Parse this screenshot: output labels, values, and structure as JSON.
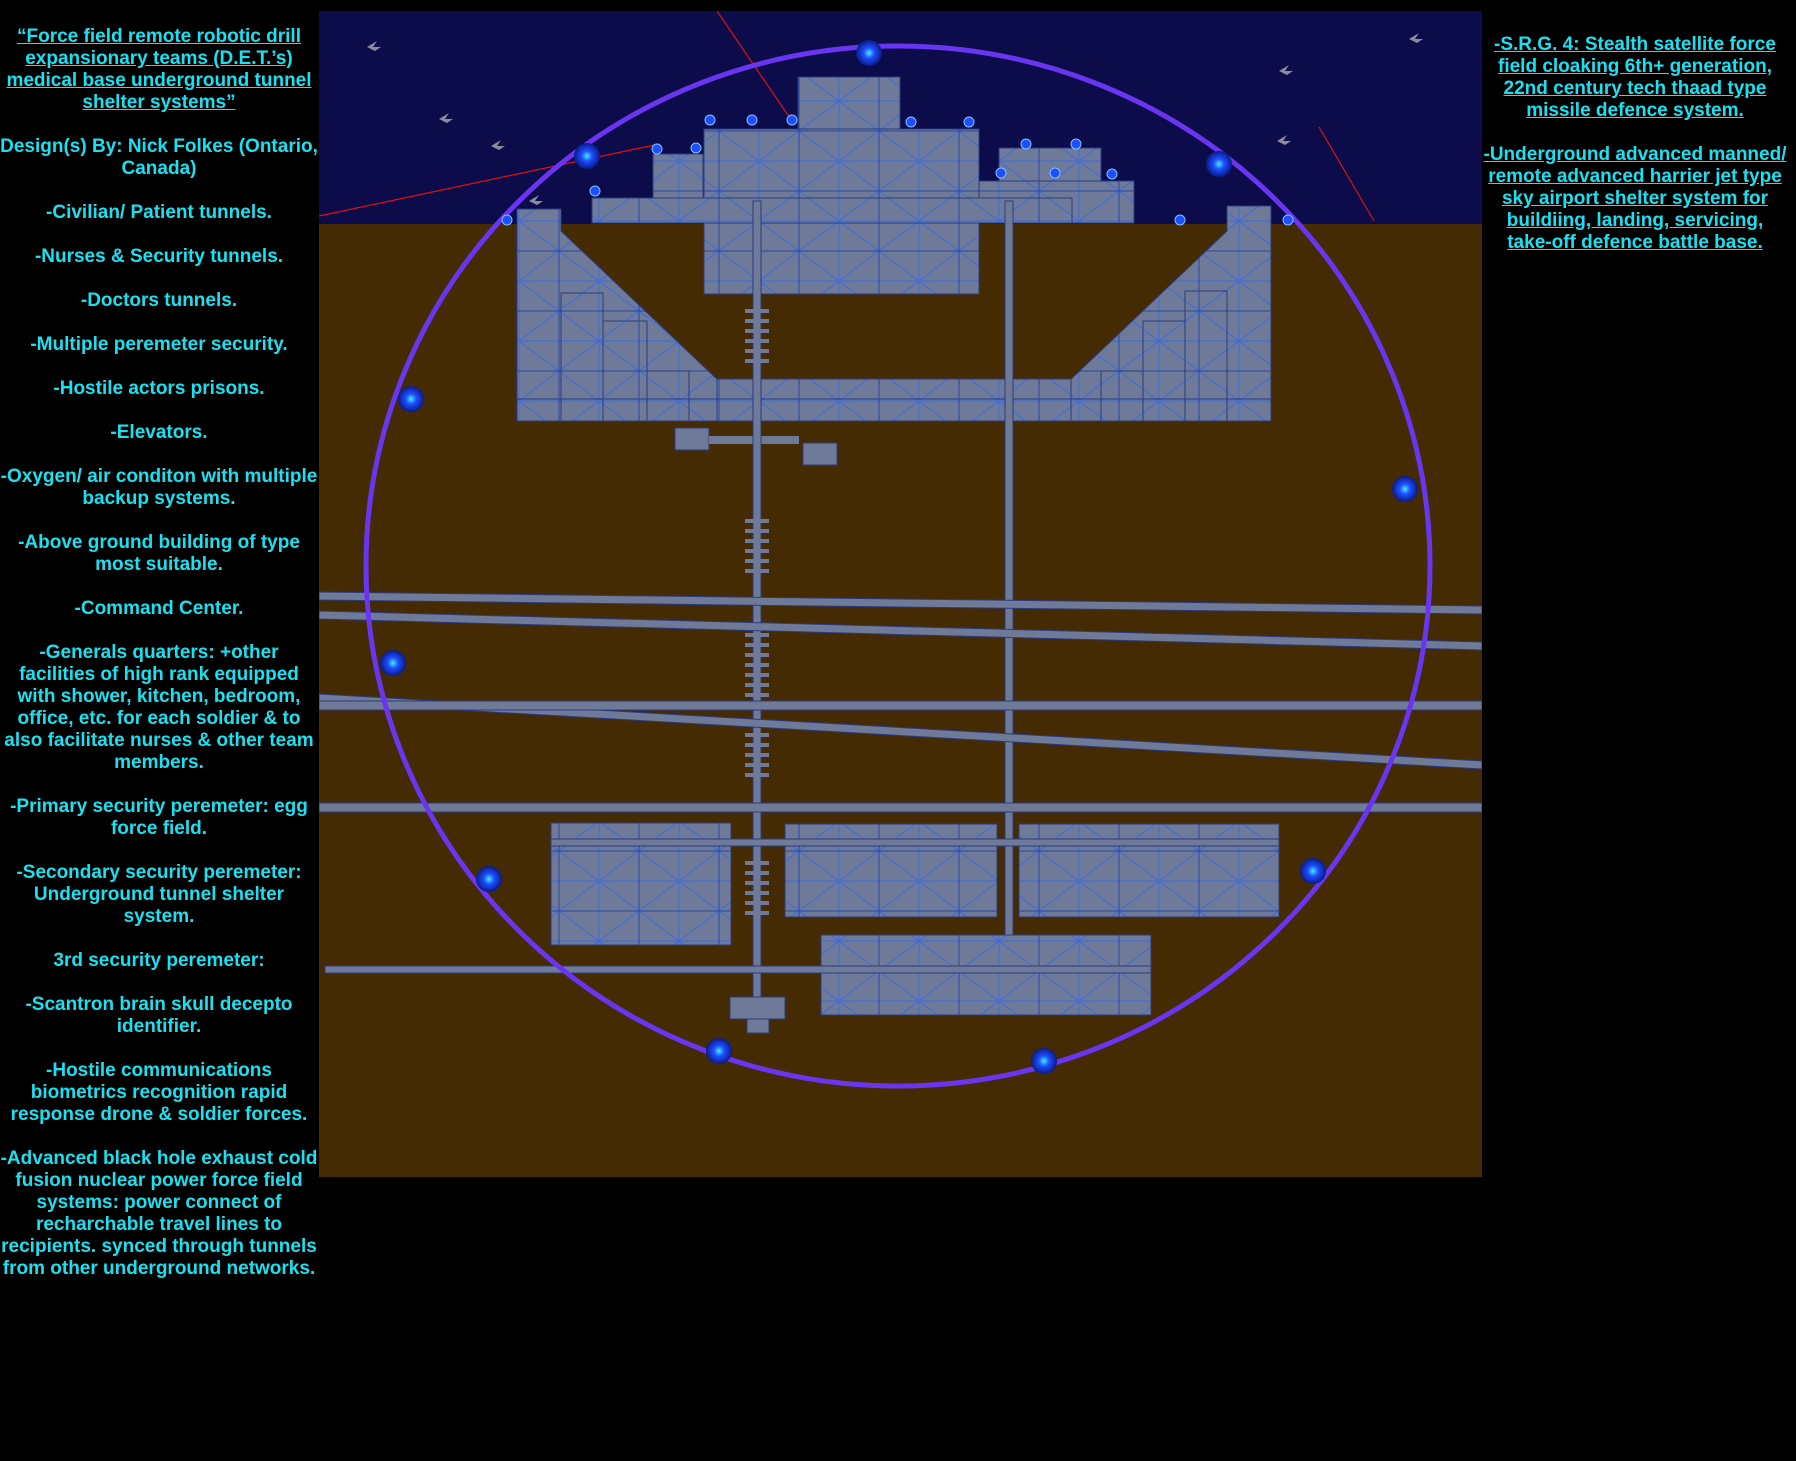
{
  "left_panel": {
    "title": "“Force field remote robotic drill expansionary teams (D.E.T.’s) medical base underground tunnel shelter systems”",
    "items": [
      "Design(s) By: Nick Folkes (Ontario, Canada)",
      "-Civilian/ Patient tunnels.",
      "-Nurses & Security tunnels.",
      "-Doctors tunnels.",
      "-Multiple peremeter security.",
      "-Hostile actors prisons.",
      "-Elevators.",
      "-Oxygen/ air conditon with multiple backup systems.",
      "-Above ground building of type most suitable.",
      "-Command Center.",
      "-Generals quarters: +other facilities of high rank equipped with shower, kitchen, bedroom, office, etc. for each soldier & to also facilitate nurses & other team members.",
      "-Primary security peremeter: egg force field.",
      "-Secondary security peremeter: Underground tunnel shelter system.",
      "3rd security peremeter:",
      "-Scantron brain skull decepto identifier.",
      "-Hostile communications biometrics recognition rapid response drone & soldier forces.",
      "-Advanced black hole exhaust cold fusion nuclear power force field systems: power connect of recharchable travel lines to recipients. synced through tunnels from other underground networks."
    ]
  },
  "right_panel": {
    "items": [
      "-S.R.G. 4: Stealth satellite force field cloaking 6th+ generation, 22nd century tech  thaad type missile defence system.",
      "-Underground advanced manned/ remote advanced harrier jet type sky airport shelter system for buildiing, landing, servicing, take-off defence battle base."
    ]
  },
  "colors": {
    "sky": "#0c0c4a",
    "ground": "#452b03",
    "text": "#1be0f0",
    "force_field": "#6a35f0",
    "structure": "#6f7a98",
    "structure_line": "#3d6de0",
    "node": "#1e4fff",
    "laser": "#e01010"
  },
  "icons": [
    "drone-icon",
    "shield-generator-icon",
    "sensor-node-icon"
  ]
}
